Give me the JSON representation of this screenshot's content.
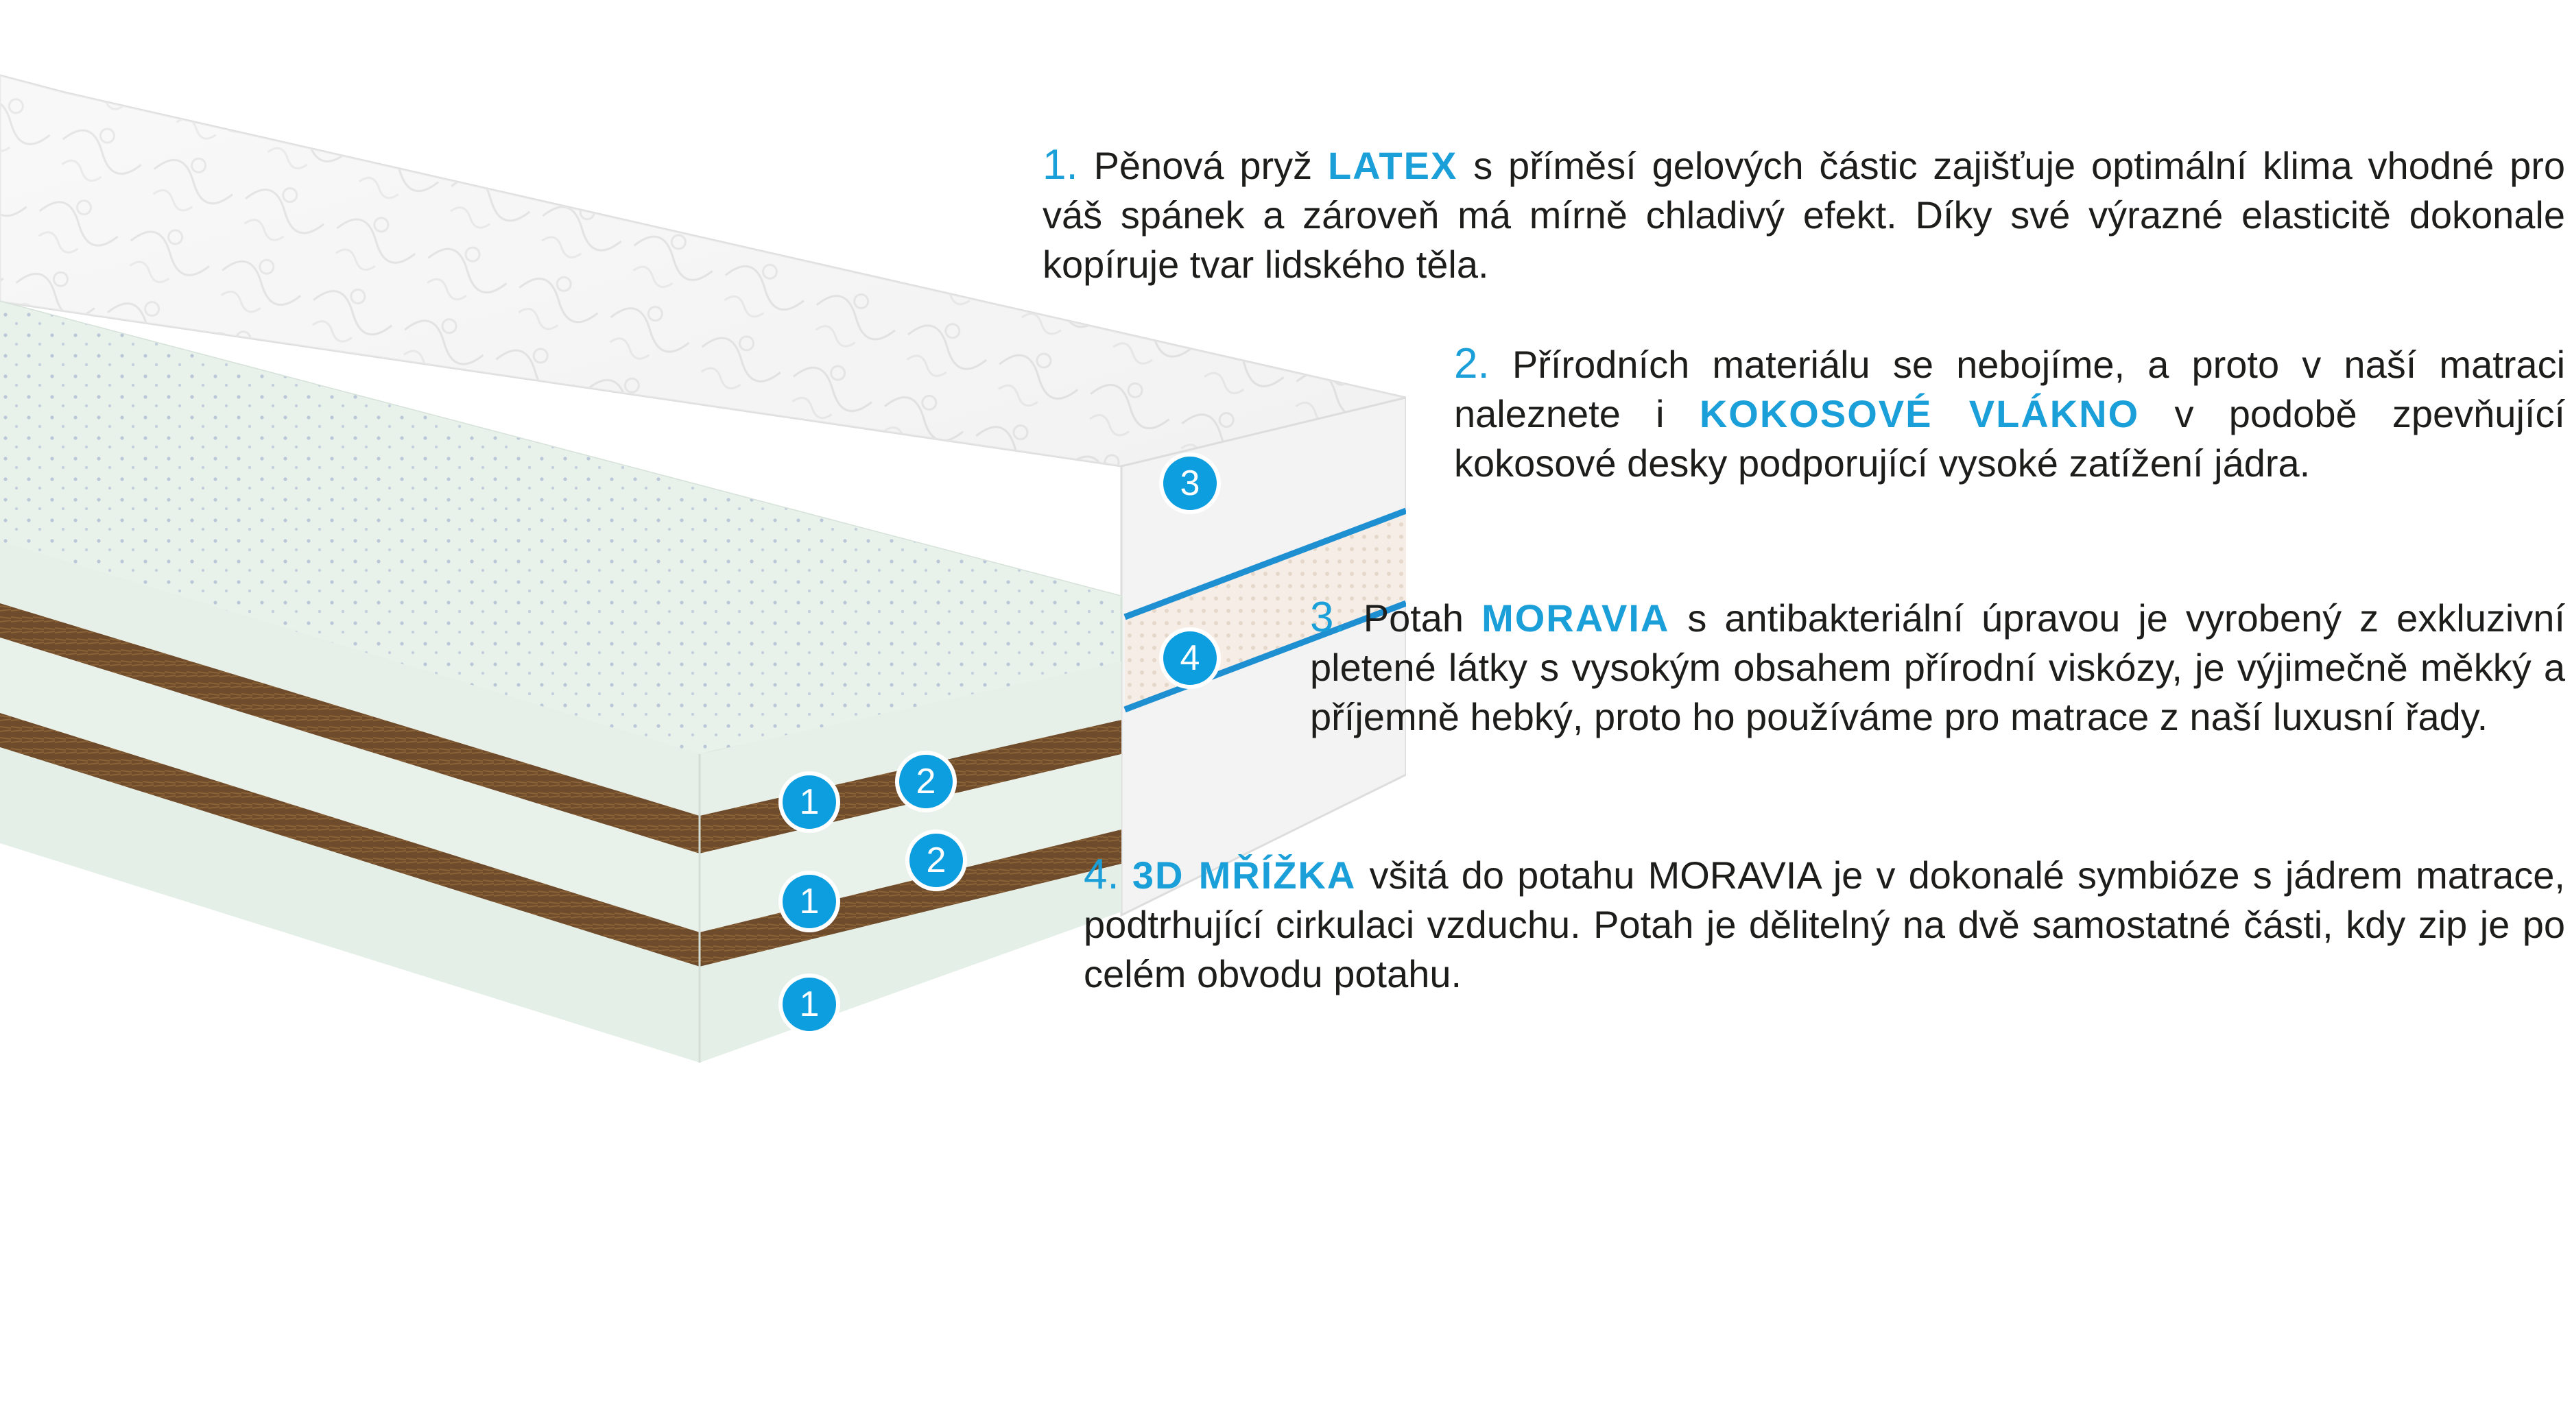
{
  "colors": {
    "accent": "#1a9fd9",
    "badge": "#0d9ee0",
    "text": "#1d1d1b",
    "latex_foam": "#e9f3ec",
    "coconut": "#6b4a2a",
    "cover": "#f4f4f4",
    "mesh_edge": "#1e8fd1"
  },
  "badges": [
    {
      "label": "3"
    },
    {
      "label": "4"
    },
    {
      "label": "1"
    },
    {
      "label": "2"
    },
    {
      "label": "2"
    },
    {
      "label": "1"
    },
    {
      "label": "1"
    }
  ],
  "items": [
    {
      "number": "1.",
      "before": "Pěnová pryž",
      "highlight": "LATEX",
      "after": "s příměsí gelových částic zajišťuje optimální klima vhodné pro váš spánek a zároveň má mírně chladivý efekt. Díky své výrazné elasticitě dokonale kopíruje tvar lidského těla."
    },
    {
      "number": "2.",
      "before": "Přírodních materiálu se nebojíme, a proto v naší matraci naleznete i",
      "highlight": "KOKOSOVÉ VLÁKNO",
      "after": "v podobě zpevňující kokosové desky podporující vysoké zatížení jádra."
    },
    {
      "number": "3.",
      "before": "Potah",
      "highlight": "MORAVIA",
      "after": "s antibakteriální úpravou je vyrobený z exkluzivní pletené látky s vysokým obsahem přírodní viskózy, je výjimečně měkký a příjemně hebký, proto ho používáme pro matrace z naší luxusní řady."
    },
    {
      "number": "4.",
      "before": "",
      "highlight": "3D MŘÍŽKA",
      "after": "všitá do potahu MORAVIA je v dokonalé symbióze s jádrem matrace, podtrhující cirkulaci vzduchu. Potah je dělitelný na dvě samostatné části, kdy zip je po celém obvodu potahu."
    }
  ]
}
